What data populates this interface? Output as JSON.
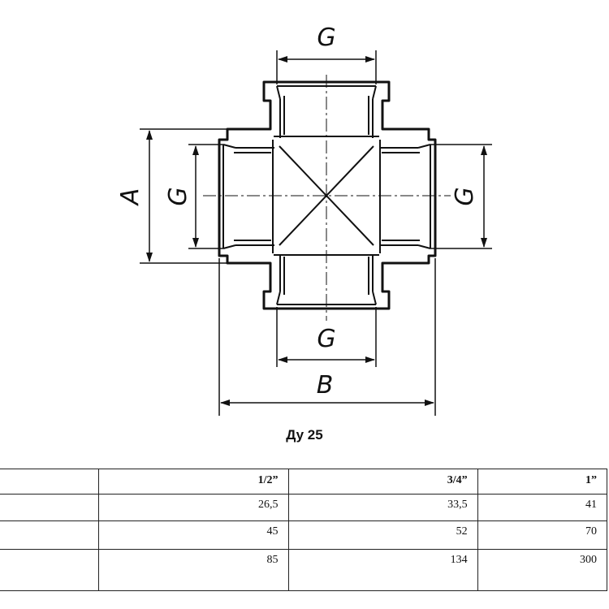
{
  "drawing": {
    "labels": {
      "g_top": "G",
      "g_left": "G",
      "g_right": "G",
      "g_bottom": "G",
      "a": "A",
      "b": "B"
    }
  },
  "caption": "Ду 25",
  "table": {
    "headers": [
      "",
      "1/2”",
      "3/4”",
      "1”"
    ],
    "rows": [
      [
        "",
        "26,5",
        "33,5",
        "41"
      ],
      [
        "",
        "45",
        "52",
        "70"
      ],
      [
        "",
        "85",
        "134",
        "300"
      ]
    ]
  }
}
